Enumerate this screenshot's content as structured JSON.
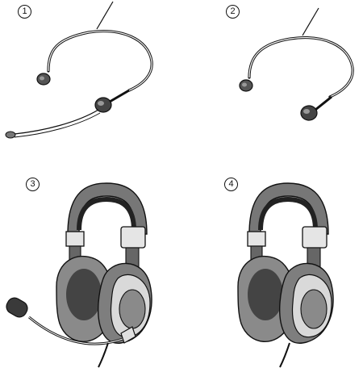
{
  "figures": [
    {
      "number": "1",
      "icon": "headband-headset-with-boom-mic-icon"
    },
    {
      "number": "2",
      "icon": "headband-headset-no-mic-icon"
    },
    {
      "number": "3",
      "icon": "over-ear-headphones-with-boom-mic-icon"
    },
    {
      "number": "4",
      "icon": "over-ear-headphones-icon"
    }
  ],
  "colors": {
    "line": "#111111",
    "cup": "#666666",
    "cushion": "#8a8a8a",
    "band": "#7a7a7a",
    "silver": "#d9d9d9",
    "mic_foam": "#3a3a3a"
  }
}
